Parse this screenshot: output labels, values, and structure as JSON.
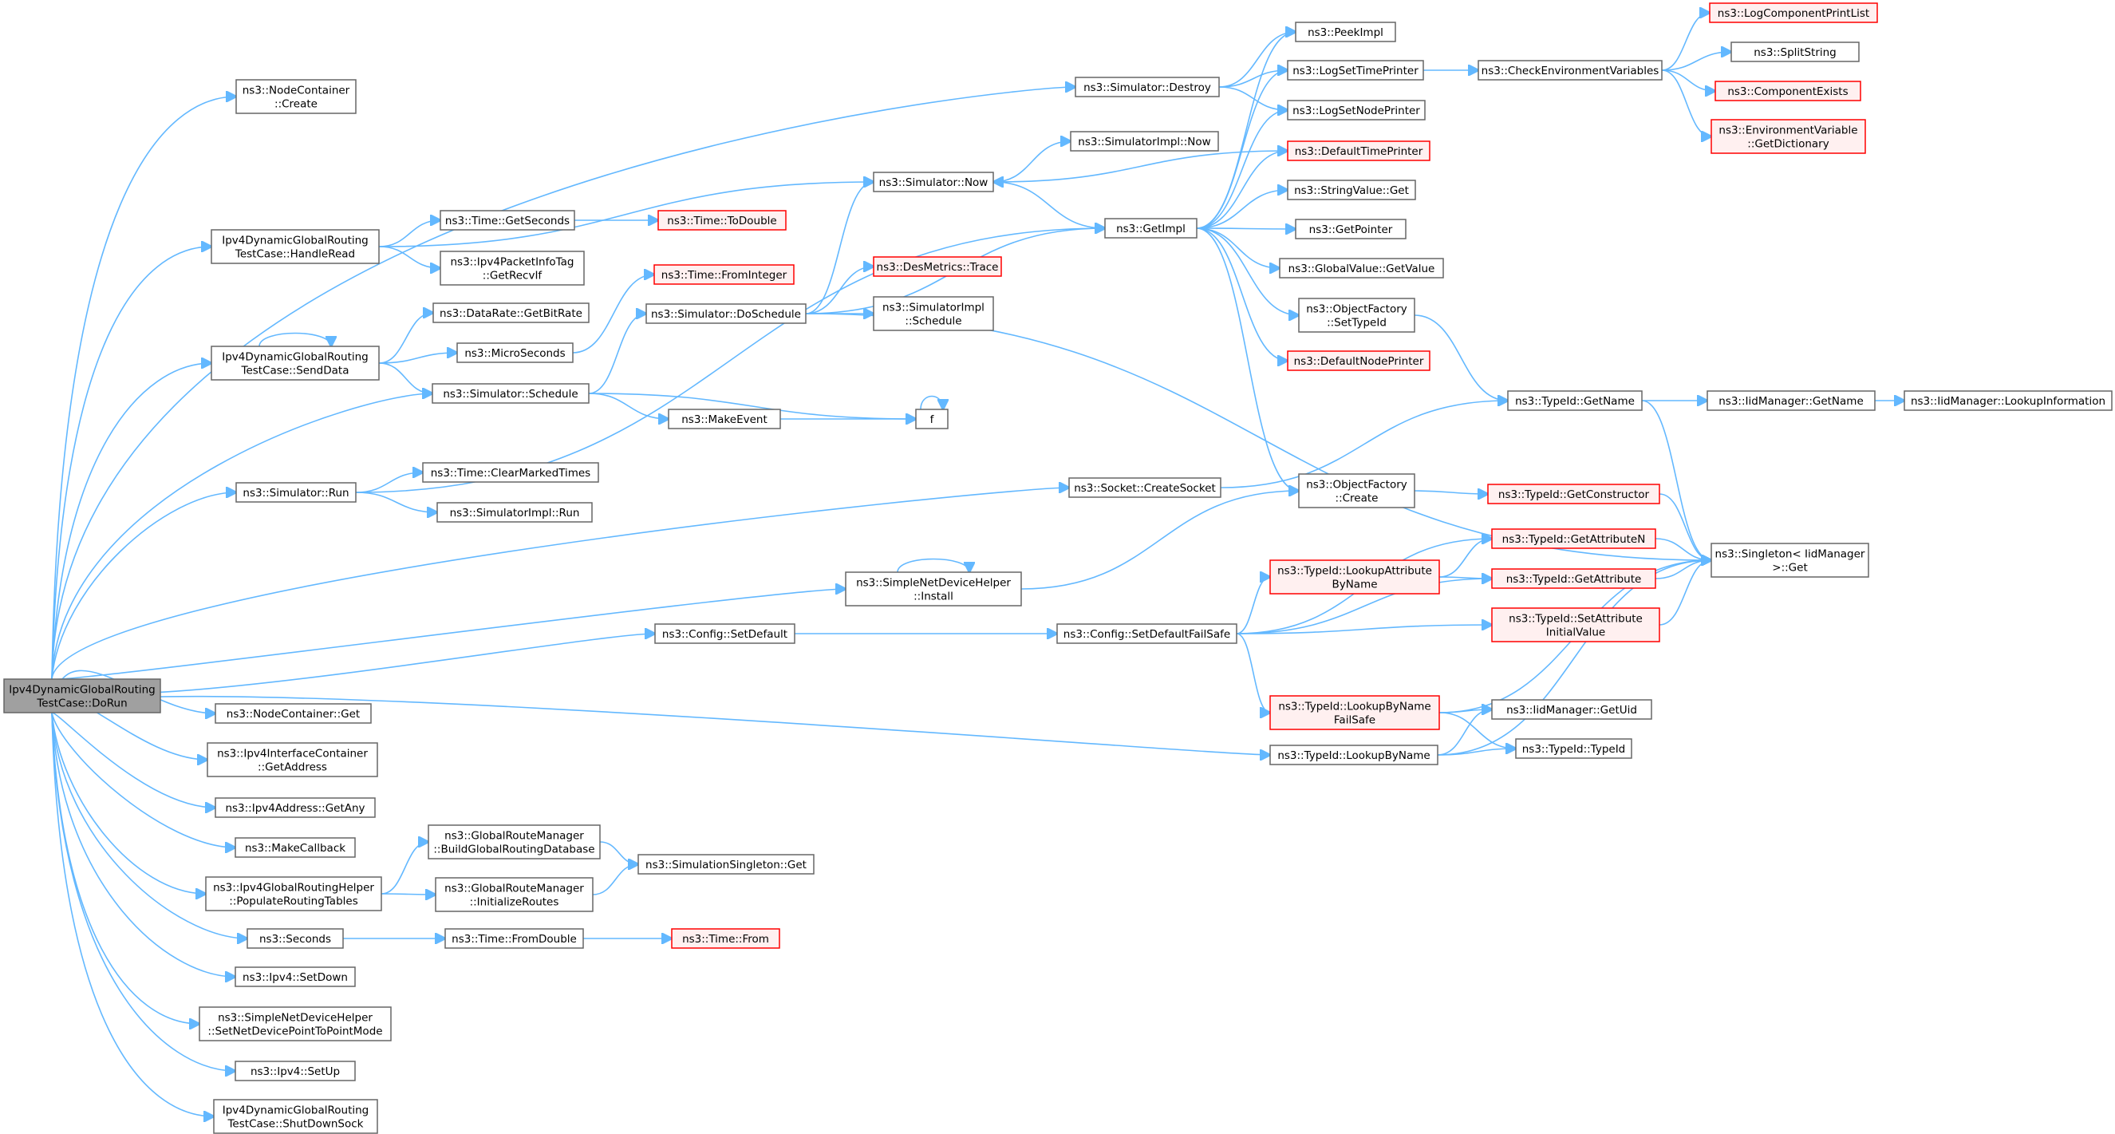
{
  "colors": {
    "edge": "#63b8ff",
    "node_border": "#666666",
    "highlight_border": "#ff0000",
    "highlight_fill": "#fff0f0",
    "root_fill": "#a0a0a0"
  },
  "nodes": [
    {
      "id": "root",
      "style": "root",
      "lines": [
        "Ipv4DynamicGlobalRouting",
        "TestCase::DoRun"
      ]
    },
    {
      "id": "nc_create",
      "style": "normal",
      "lines": [
        "ns3::NodeContainer",
        "::Create"
      ]
    },
    {
      "id": "handle_read",
      "style": "normal",
      "lines": [
        "Ipv4DynamicGlobalRouting",
        "TestCase::HandleRead"
      ]
    },
    {
      "id": "send_data",
      "style": "normal",
      "lines": [
        "Ipv4DynamicGlobalRouting",
        "TestCase::SendData"
      ]
    },
    {
      "id": "sim_run",
      "style": "normal",
      "lines": [
        "ns3::Simulator::Run"
      ]
    },
    {
      "id": "nc_get",
      "style": "normal",
      "lines": [
        "ns3::NodeContainer::Get"
      ]
    },
    {
      "id": "ipv4ic_getaddr",
      "style": "normal",
      "lines": [
        "ns3::Ipv4InterfaceContainer",
        "::GetAddress"
      ]
    },
    {
      "id": "ipv4addr_getany",
      "style": "normal",
      "lines": [
        "ns3::Ipv4Address::GetAny"
      ]
    },
    {
      "id": "make_callback",
      "style": "normal",
      "lines": [
        "ns3::MakeCallback"
      ]
    },
    {
      "id": "populate",
      "style": "normal",
      "lines": [
        "ns3::Ipv4GlobalRoutingHelper",
        "::PopulateRoutingTables"
      ]
    },
    {
      "id": "seconds",
      "style": "normal",
      "lines": [
        "ns3::Seconds"
      ]
    },
    {
      "id": "setdown",
      "style": "normal",
      "lines": [
        "ns3::Ipv4::SetDown"
      ]
    },
    {
      "id": "snd_ptp",
      "style": "normal",
      "lines": [
        "ns3::SimpleNetDeviceHelper",
        "::SetNetDevicePointToPointMode"
      ]
    },
    {
      "id": "setup",
      "style": "normal",
      "lines": [
        "ns3::Ipv4::SetUp"
      ]
    },
    {
      "id": "shutdown",
      "style": "normal",
      "lines": [
        "Ipv4DynamicGlobalRouting",
        "TestCase::ShutDownSock"
      ]
    },
    {
      "id": "time_getseconds",
      "style": "normal",
      "lines": [
        "ns3::Time::GetSeconds"
      ]
    },
    {
      "id": "pkt_getrecvif",
      "style": "normal",
      "lines": [
        "ns3::Ipv4PacketInfoTag",
        "::GetRecvIf"
      ]
    },
    {
      "id": "datarate",
      "style": "normal",
      "lines": [
        "ns3::DataRate::GetBitRate"
      ]
    },
    {
      "id": "microseconds",
      "style": "normal",
      "lines": [
        "ns3::MicroSeconds"
      ]
    },
    {
      "id": "sim_schedule",
      "style": "normal",
      "lines": [
        "ns3::Simulator::Schedule"
      ]
    },
    {
      "id": "clear_marked",
      "style": "normal",
      "lines": [
        "ns3::Time::ClearMarkedTimes"
      ]
    },
    {
      "id": "simimpl_run",
      "style": "normal",
      "lines": [
        "ns3::SimulatorImpl::Run"
      ]
    },
    {
      "id": "grm_build",
      "style": "normal",
      "lines": [
        "ns3::GlobalRouteManager",
        "::BuildGlobalRoutingDatabase"
      ]
    },
    {
      "id": "grm_init",
      "style": "normal",
      "lines": [
        "ns3::GlobalRouteManager",
        "::InitializeRoutes"
      ]
    },
    {
      "id": "time_fromdouble",
      "style": "normal",
      "lines": [
        "ns3::Time::FromDouble"
      ]
    },
    {
      "id": "time_todouble",
      "style": "red",
      "lines": [
        "ns3::Time::ToDouble"
      ]
    },
    {
      "id": "time_fromint",
      "style": "red",
      "lines": [
        "ns3::Time::FromInteger"
      ]
    },
    {
      "id": "sim_doschedule",
      "style": "normal",
      "lines": [
        "ns3::Simulator::DoSchedule"
      ]
    },
    {
      "id": "make_event",
      "style": "normal",
      "lines": [
        "ns3::MakeEvent"
      ]
    },
    {
      "id": "simsingleton_get",
      "style": "normal",
      "lines": [
        "ns3::SimulationSingleton::Get"
      ]
    },
    {
      "id": "time_from",
      "style": "red",
      "lines": [
        "ns3::Time::From"
      ]
    },
    {
      "id": "sim_now",
      "style": "normal",
      "lines": [
        "ns3::Simulator::Now"
      ]
    },
    {
      "id": "desmetrics",
      "style": "red",
      "lines": [
        "ns3::DesMetrics::Trace"
      ]
    },
    {
      "id": "simimpl_schedule",
      "style": "normal",
      "lines": [
        "ns3::SimulatorImpl",
        "::Schedule"
      ]
    },
    {
      "id": "f",
      "style": "normal",
      "lines": [
        "f"
      ]
    },
    {
      "id": "sim_destroy",
      "style": "normal",
      "lines": [
        "ns3::Simulator::Destroy"
      ]
    },
    {
      "id": "simimpl_now",
      "style": "normal",
      "lines": [
        "ns3::SimulatorImpl::Now"
      ]
    },
    {
      "id": "socket_create",
      "style": "normal",
      "lines": [
        "ns3::Socket::CreateSocket"
      ]
    },
    {
      "id": "sndh_install",
      "style": "normal",
      "lines": [
        "ns3::SimpleNetDeviceHelper",
        "::Install"
      ]
    },
    {
      "id": "config_setdefault",
      "style": "normal",
      "lines": [
        "ns3::Config::SetDefault"
      ]
    },
    {
      "id": "typeid_lookupbyname",
      "style": "normal",
      "lines": [
        "ns3::TypeId::LookupByName"
      ]
    },
    {
      "id": "get_impl",
      "style": "normal",
      "lines": [
        "ns3::GetImpl"
      ]
    },
    {
      "id": "config_sdfs",
      "style": "normal",
      "lines": [
        "ns3::Config::SetDefaultFailSafe"
      ]
    },
    {
      "id": "peek_impl",
      "style": "normal",
      "lines": [
        "ns3::PeekImpl"
      ]
    },
    {
      "id": "log_settime",
      "style": "normal",
      "lines": [
        "ns3::LogSetTimePrinter"
      ]
    },
    {
      "id": "log_setnode",
      "style": "normal",
      "lines": [
        "ns3::LogSetNodePrinter"
      ]
    },
    {
      "id": "default_time",
      "style": "red",
      "lines": [
        "ns3::DefaultTimePrinter"
      ]
    },
    {
      "id": "stringvalue_get",
      "style": "normal",
      "lines": [
        "ns3::StringValue::Get"
      ]
    },
    {
      "id": "get_pointer",
      "style": "normal",
      "lines": [
        "ns3::GetPointer"
      ]
    },
    {
      "id": "gv_getvalue",
      "style": "normal",
      "lines": [
        "ns3::GlobalValue::GetValue"
      ]
    },
    {
      "id": "of_settypeid",
      "style": "normal",
      "lines": [
        "ns3::ObjectFactory",
        "::SetTypeId"
      ]
    },
    {
      "id": "default_node",
      "style": "red",
      "lines": [
        "ns3::DefaultNodePrinter"
      ]
    },
    {
      "id": "of_create",
      "style": "normal",
      "lines": [
        "ns3::ObjectFactory",
        "::Create"
      ]
    },
    {
      "id": "typeid_lookupattr",
      "style": "red",
      "lines": [
        "ns3::TypeId::LookupAttribute",
        "ByName"
      ]
    },
    {
      "id": "typeid_lbnfs",
      "style": "red",
      "lines": [
        "ns3::TypeId::LookupByName",
        "FailSafe"
      ]
    },
    {
      "id": "check_env",
      "style": "normal",
      "lines": [
        "ns3::CheckEnvironmentVariables"
      ]
    },
    {
      "id": "typeid_getname",
      "style": "normal",
      "lines": [
        "ns3::TypeId::GetName"
      ]
    },
    {
      "id": "typeid_getctor",
      "style": "red",
      "lines": [
        "ns3::TypeId::GetConstructor"
      ]
    },
    {
      "id": "typeid_getattrn",
      "style": "red",
      "lines": [
        "ns3::TypeId::GetAttributeN"
      ]
    },
    {
      "id": "typeid_getattr",
      "style": "red",
      "lines": [
        "ns3::TypeId::GetAttribute"
      ]
    },
    {
      "id": "typeid_setattrinit",
      "style": "red",
      "lines": [
        "ns3::TypeId::SetAttribute",
        "InitialValue"
      ]
    },
    {
      "id": "iid_getuid",
      "style": "normal",
      "lines": [
        "ns3::IidManager::GetUid"
      ]
    },
    {
      "id": "typeid_typeid",
      "style": "normal",
      "lines": [
        "ns3::TypeId::TypeId"
      ]
    },
    {
      "id": "log_printlist",
      "style": "red",
      "lines": [
        "ns3::LogComponentPrintList"
      ]
    },
    {
      "id": "split_string",
      "style": "normal",
      "lines": [
        "ns3::SplitString"
      ]
    },
    {
      "id": "comp_exists",
      "style": "red",
      "lines": [
        "ns3::ComponentExists"
      ]
    },
    {
      "id": "envvar_getdict",
      "style": "red",
      "lines": [
        "ns3::EnvironmentVariable",
        "::GetDictionary"
      ]
    },
    {
      "id": "iid_getname",
      "style": "normal",
      "lines": [
        "ns3::IidManager::GetName"
      ]
    },
    {
      "id": "singleton_get",
      "style": "normal",
      "lines": [
        "ns3::Singleton< IidManager",
        ">::Get"
      ]
    },
    {
      "id": "iid_lookupinfo",
      "style": "normal",
      "lines": [
        "ns3::IidManager::LookupInformation"
      ]
    }
  ]
}
